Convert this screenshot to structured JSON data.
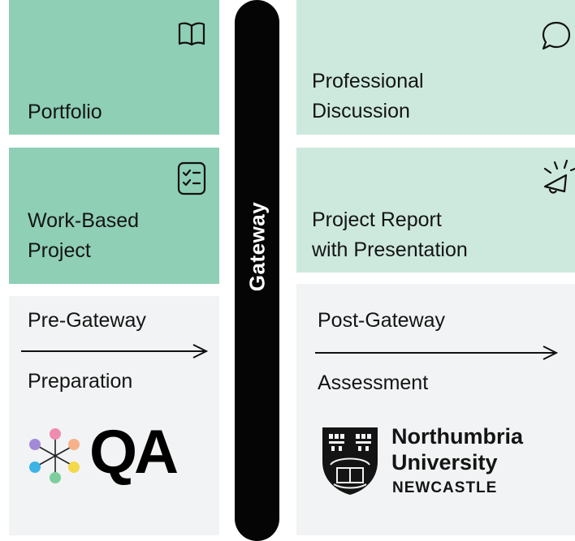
{
  "left": {
    "portfolio": "Portfolio",
    "wbp_line1": "Work-Based",
    "wbp_line2": "Project",
    "stage": "Pre-Gateway",
    "phase": "Preparation"
  },
  "gateway": "Gateway",
  "right": {
    "discussion_line1": "Professional",
    "discussion_line2": "Discussion",
    "report_line1": "Project Report",
    "report_line2": "with Presentation",
    "stage": "Post-Gateway",
    "phase": "Assessment"
  },
  "logos": {
    "qa": "QA",
    "university_line1": "Northumbria",
    "university_line2": "University",
    "university_city": "NEWCASTLE"
  },
  "icons": {
    "portfolio": "book-icon",
    "wbp": "checklist-icon",
    "discussion": "speech-bubble-icon",
    "report": "megaphone-icon"
  },
  "colors": {
    "green": "#8ecfb6",
    "mint": "#cde9de",
    "grey": "#f2f3f4",
    "gateway": "#050505"
  }
}
